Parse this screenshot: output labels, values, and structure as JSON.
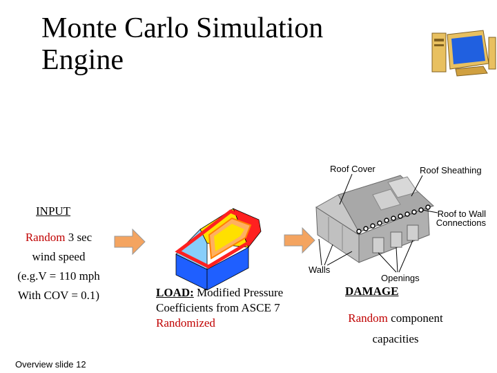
{
  "slide": {
    "title_line1": "Monte Carlo Simulation",
    "title_line2": "Engine",
    "footer": "Overview slide 12"
  },
  "input": {
    "heading": "INPUT",
    "line1_red": "Random",
    "line1_rest": " 3 sec",
    "line2": "wind speed",
    "line3": "(e.g.V = 110 mph",
    "line4": "With COV = 0.1)"
  },
  "load": {
    "heading": "LOAD:",
    "line1_rest": " Modified Pressure",
    "line2": "Coefficients from ASCE 7",
    "line3": "Randomized"
  },
  "damage": {
    "heading": "DAMAGE",
    "line1_red": "Random",
    "line1_rest": " component",
    "line2": "capacities"
  },
  "callouts": {
    "roof_cover": "Roof Cover",
    "roof_sheathing": "Roof Sheathing",
    "roof_to_wall_1": "Roof to Wall",
    "roof_to_wall_2": "Connections",
    "walls": "Walls",
    "openings": "Openings"
  },
  "colors": {
    "arrow_fill": "#f4a460",
    "wall_blue": "#1f5fff",
    "roof_red": "#ff2020",
    "roof_orange": "#ffb060",
    "roof_yellow": "#ffe000",
    "house_gray": "#b8b8b8",
    "text_red": "#c00000"
  }
}
